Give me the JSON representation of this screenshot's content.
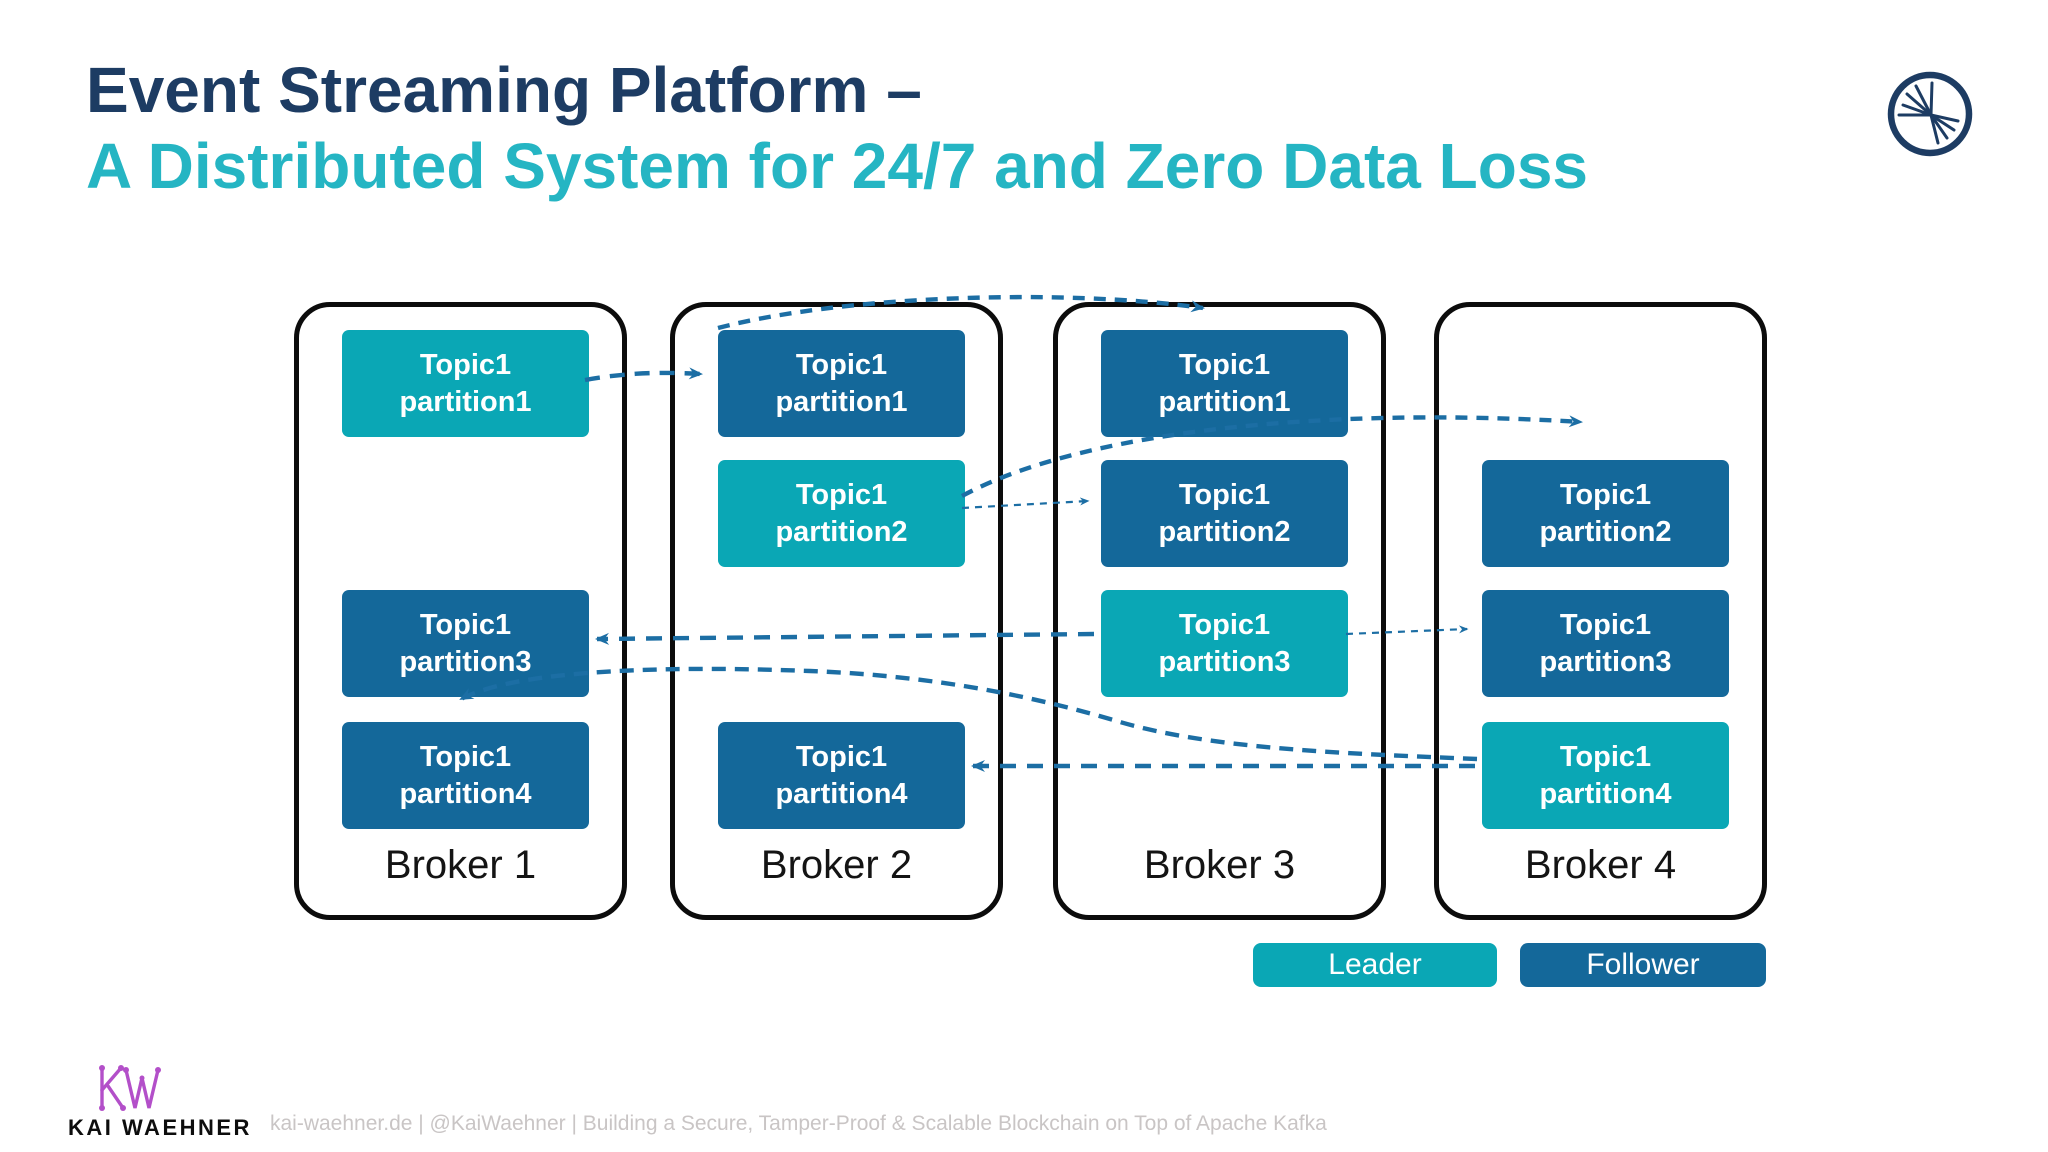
{
  "slide": {
    "title_line1": "Event Streaming Platform –",
    "title_line2": "A Distributed System for 24/7 and Zero Data Loss"
  },
  "colors": {
    "title_navy": "#1d3c63",
    "title_teal": "#25b5c3",
    "leader_teal": "#0aa7b5",
    "follower_blue": "#14689a",
    "arrow_blue": "#1c6ea4",
    "kw_logo_purple": "#b34fc9",
    "footer_gray": "#c9c5c5"
  },
  "brokers": [
    {
      "label": "Broker 1",
      "partitions": [
        {
          "topic": "Topic1",
          "partition": "partition1",
          "role": "leader",
          "row": 1
        },
        {
          "topic": "Topic1",
          "partition": "partition3",
          "role": "follower",
          "row": 3
        },
        {
          "topic": "Topic1",
          "partition": "partition4",
          "role": "follower",
          "row": 4
        }
      ]
    },
    {
      "label": "Broker 2",
      "partitions": [
        {
          "topic": "Topic1",
          "partition": "partition1",
          "role": "follower",
          "row": 1
        },
        {
          "topic": "Topic1",
          "partition": "partition2",
          "role": "leader",
          "row": 2
        },
        {
          "topic": "Topic1",
          "partition": "partition4",
          "role": "follower",
          "row": 4
        }
      ]
    },
    {
      "label": "Broker 3",
      "partitions": [
        {
          "topic": "Topic1",
          "partition": "partition1",
          "role": "follower",
          "row": 1
        },
        {
          "topic": "Topic1",
          "partition": "partition2",
          "role": "follower",
          "row": 2
        },
        {
          "topic": "Topic1",
          "partition": "partition3",
          "role": "leader",
          "row": 3
        }
      ]
    },
    {
      "label": "Broker 4",
      "partitions": [
        {
          "topic": "Topic1",
          "partition": "partition2",
          "role": "follower",
          "row": 2
        },
        {
          "topic": "Topic1",
          "partition": "partition3",
          "role": "follower",
          "row": 3
        },
        {
          "topic": "Topic1",
          "partition": "partition4",
          "role": "leader",
          "row": 4
        }
      ]
    }
  ],
  "legend": {
    "leader_label": "Leader",
    "follower_label": "Follower"
  },
  "footer": {
    "brand": "KAI WAEHNER",
    "tagline": "kai-waehner.de | @KaiWaehner | Building a Secure, Tamper-Proof & Scalable Blockchain on Top of Apache Kafka"
  }
}
